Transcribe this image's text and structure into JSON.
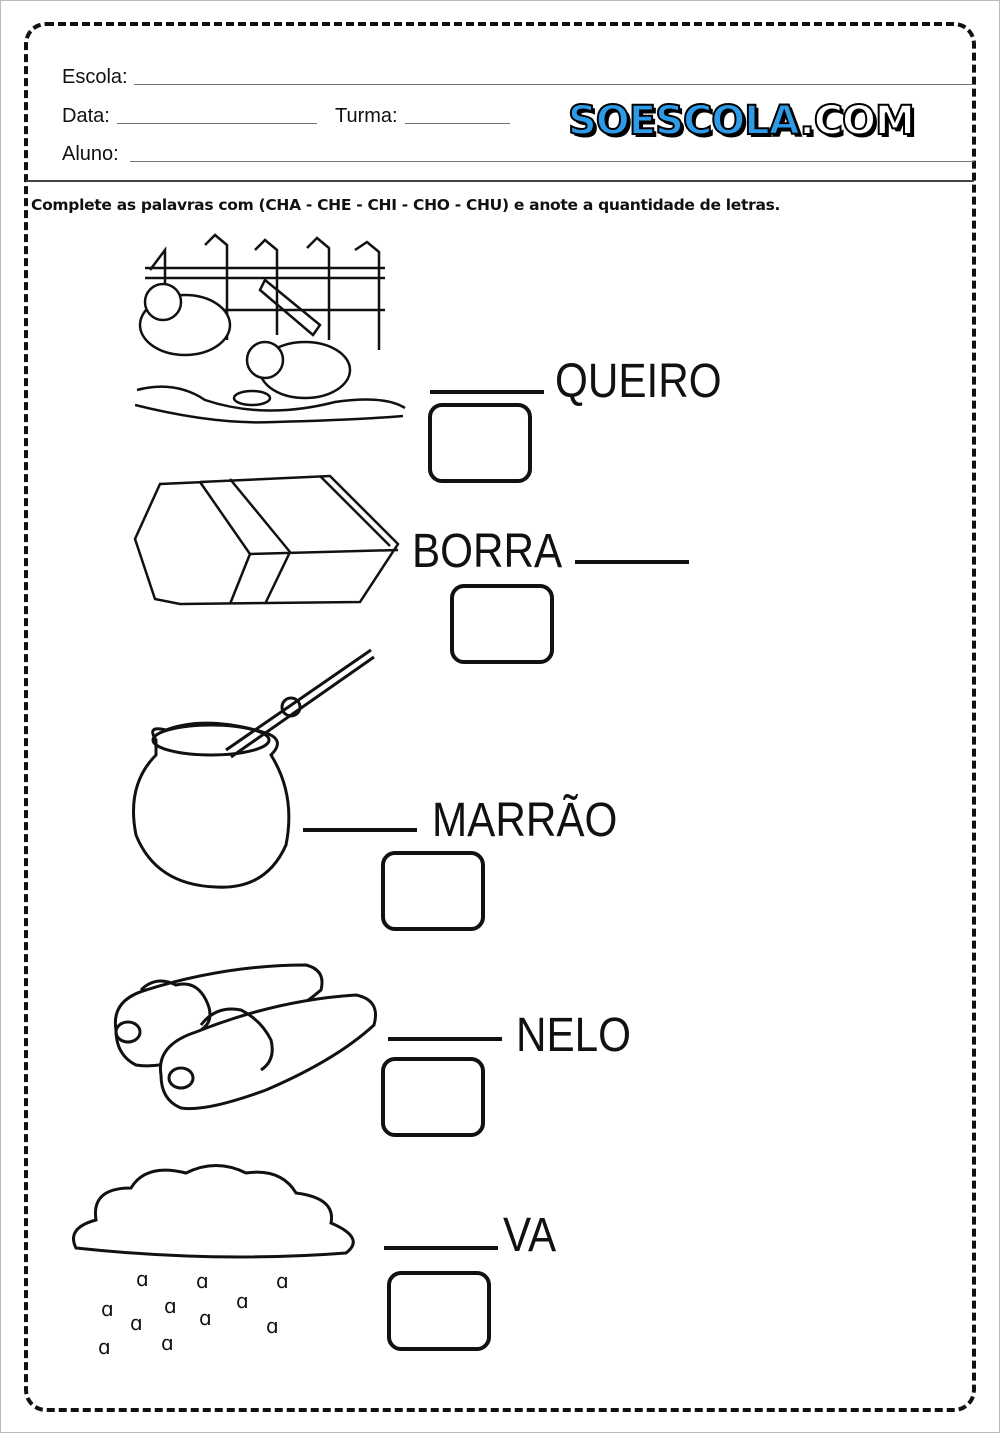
{
  "header": {
    "school_label": "Escola:",
    "date_label": "Data:",
    "class_label": "Turma:",
    "student_label": "Aluno:",
    "logo_text": "SOESCOLA.COM"
  },
  "instruction": "Complete as palavras com (CHA - CHE - CHI - CHO - CHU) e anote a quantidade de letras.",
  "items": [
    {
      "picture": "pigs-pen",
      "word": "QUEIRO",
      "blank_position": "before"
    },
    {
      "picture": "eraser",
      "word": "BORRA",
      "blank_position": "after"
    },
    {
      "picture": "mate-gourd",
      "word": "MARRÃO",
      "blank_position": "before"
    },
    {
      "picture": "slippers",
      "word": "NELO",
      "blank_position": "before"
    },
    {
      "picture": "rain-cloud",
      "word": "VA",
      "blank_position": "before"
    }
  ]
}
